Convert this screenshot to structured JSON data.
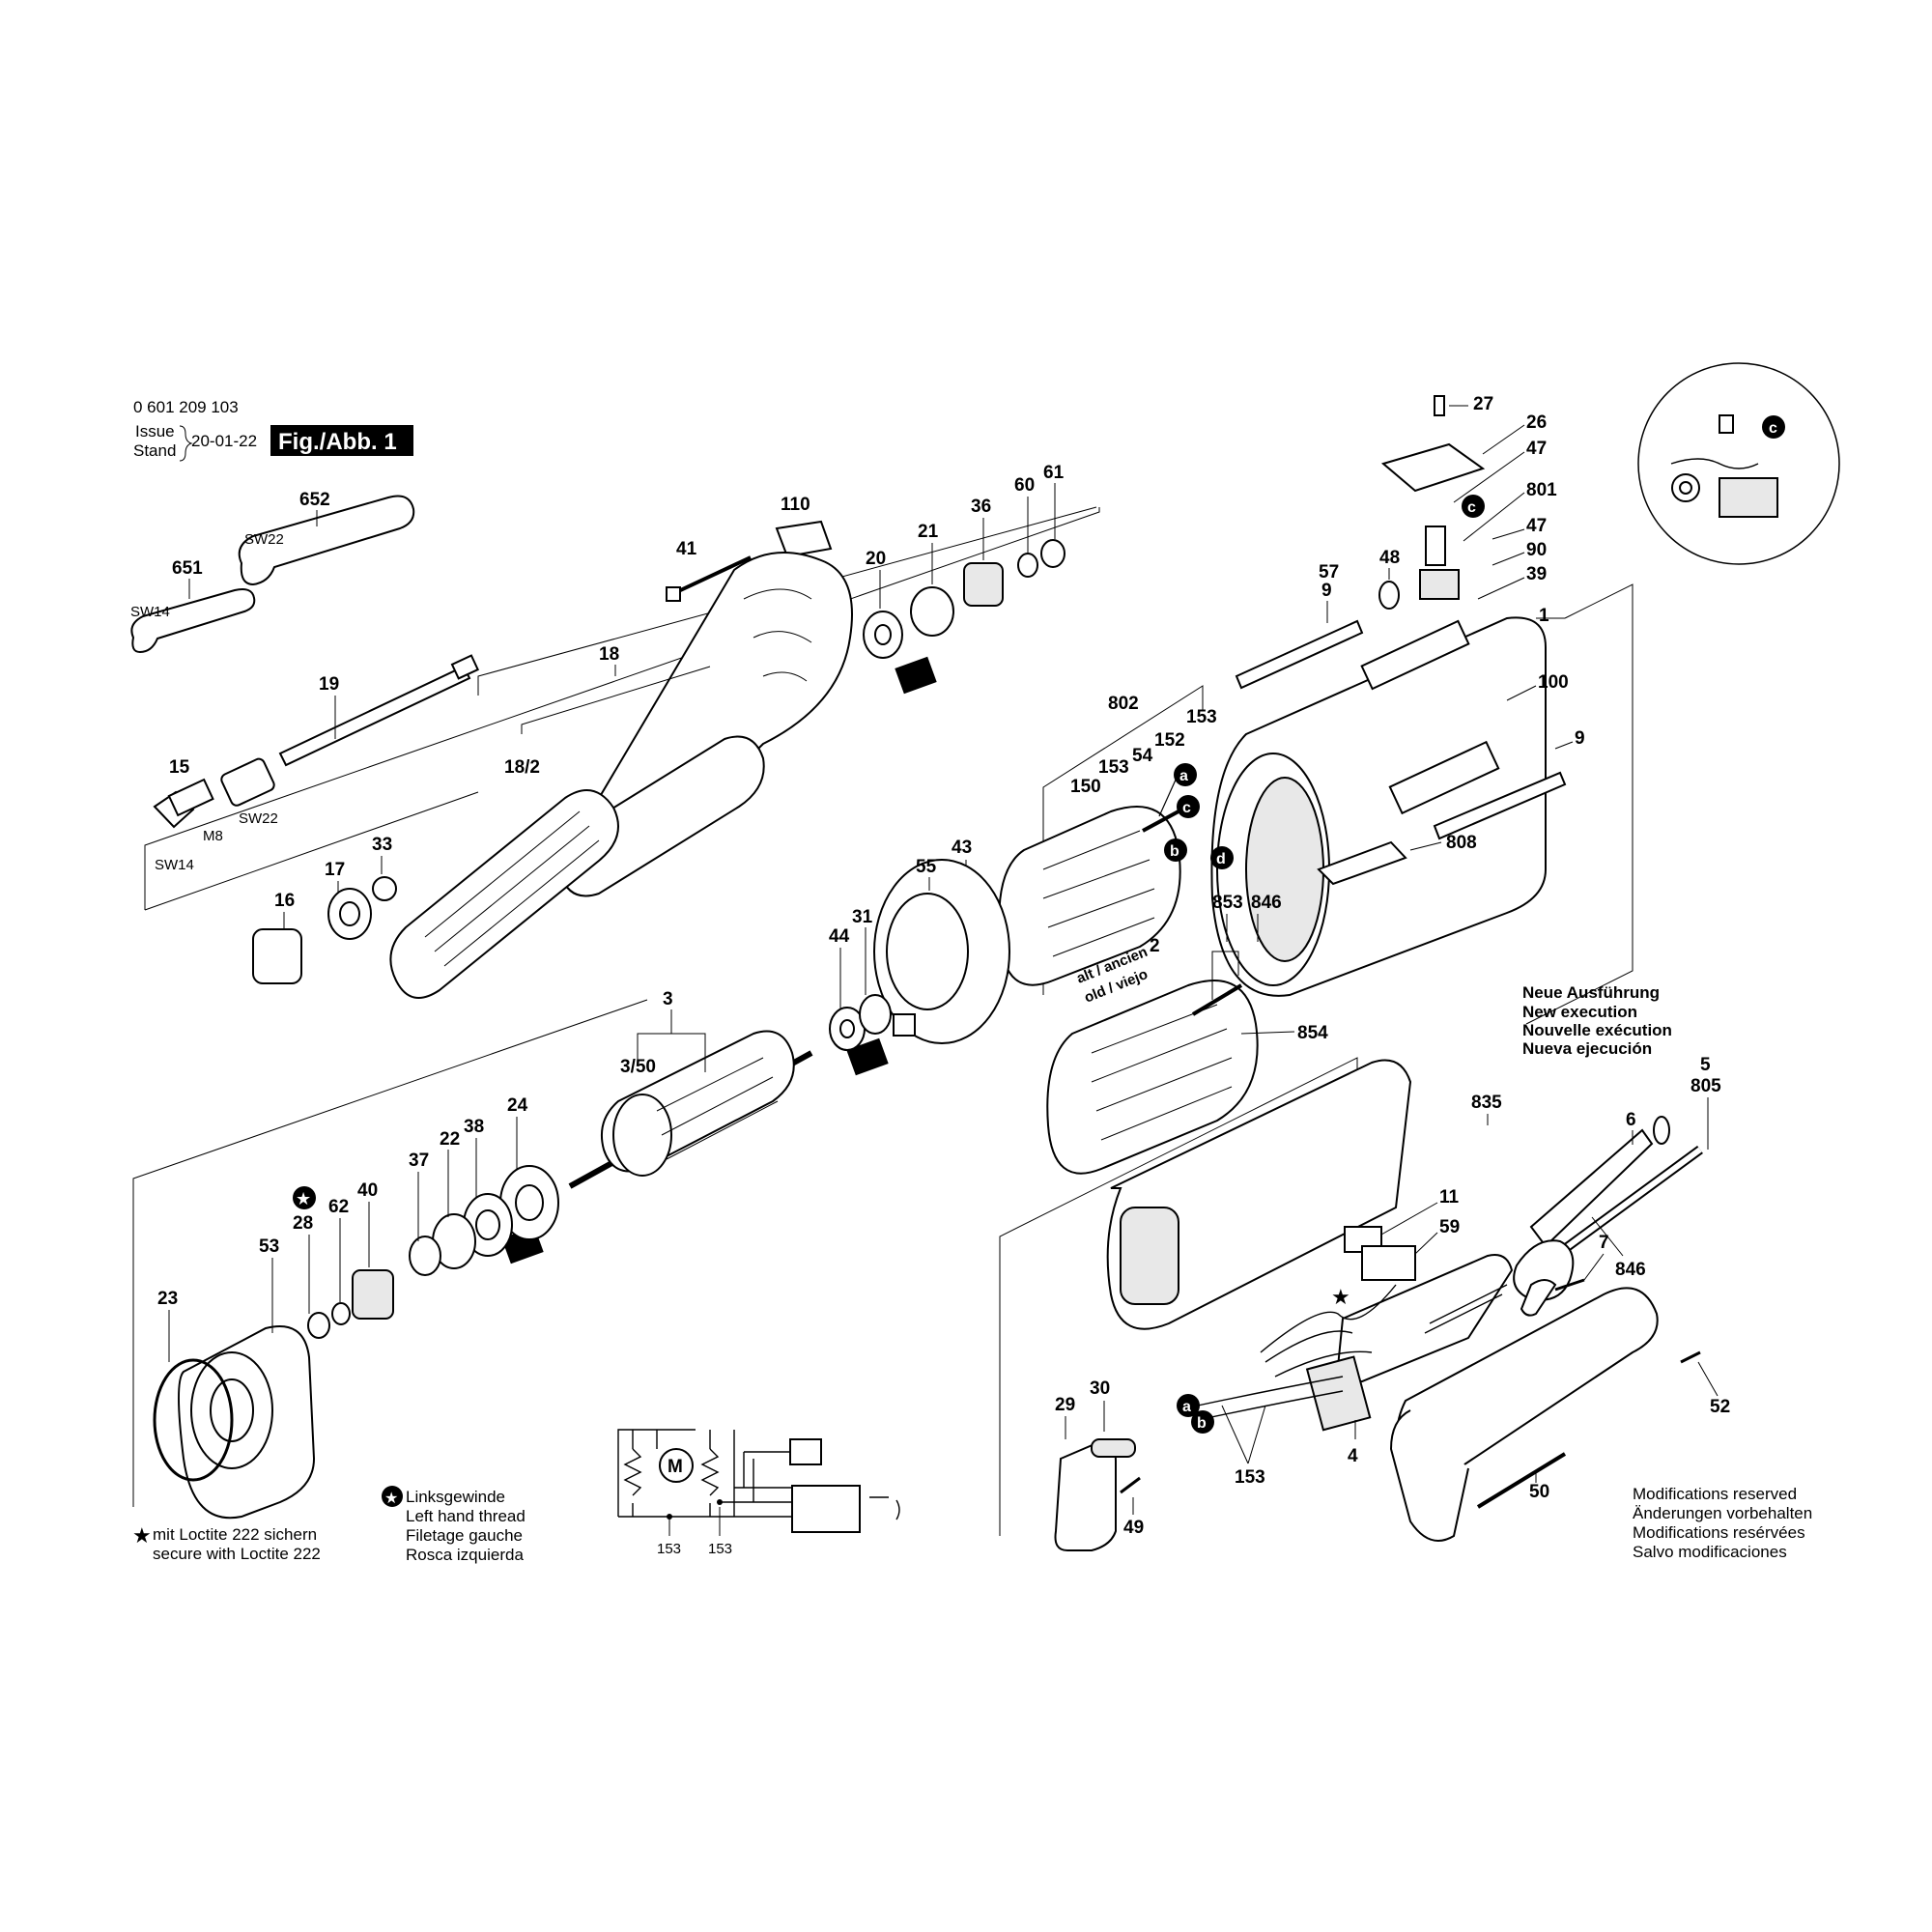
{
  "header": {
    "part_number": "0 601 209 103",
    "issue_label": "Issue",
    "stand_label": "Stand",
    "date": "20-01-22",
    "figure_label": "Fig./Abb. 1"
  },
  "labels": {
    "l27": "27",
    "l26": "26",
    "l47a": "47",
    "l801": "801",
    "l47b": "47",
    "l90": "90",
    "l39": "39",
    "l48": "48",
    "l57": "57",
    "l9a": "9",
    "l1": "1",
    "l100": "100",
    "l9b": "9",
    "l808": "808",
    "l652": "652",
    "sw22a": "SW22",
    "l651": "651",
    "sw14a": "SW14",
    "l110": "110",
    "l41": "41",
    "l20": "20",
    "l21": "21",
    "l36": "36",
    "l60": "60",
    "l61": "61",
    "l19": "19",
    "l18": "18",
    "l18_2": "18/2",
    "l15": "15",
    "m8": "M8",
    "sw22b": "SW22",
    "sw14b": "SW14",
    "l33": "33",
    "l17": "17",
    "l16": "16",
    "l802": "802",
    "l153a": "153",
    "l54": "54",
    "l152": "152",
    "l150": "150",
    "l153b": "153",
    "l43": "43",
    "l55": "55",
    "l44": "44",
    "l31": "31",
    "l853": "853",
    "l846a": "846",
    "l2": "2",
    "alt": "alt / ancien",
    "old": "old / viejo",
    "l854": "854",
    "l3": "3",
    "l3_50": "3/50",
    "l24": "24",
    "l38": "38",
    "l22": "22",
    "l37": "37",
    "l40": "40",
    "l62": "62",
    "l28": "28",
    "l53": "53",
    "l23": "23",
    "l835": "835",
    "l5": "5",
    "l805": "805",
    "l6": "6",
    "l11": "11",
    "l59": "59",
    "l7": "7",
    "l846b": "846",
    "l52": "52",
    "l29": "29",
    "l30": "30",
    "l49": "49",
    "l153c": "153",
    "l4": "4",
    "l50": "50",
    "sch153a": "153",
    "sch153b": "153",
    "motor": "M"
  },
  "markers": {
    "a": "a",
    "b": "b",
    "c": "c",
    "d": "d"
  },
  "notes": {
    "new_execution": [
      "Neue Ausführung",
      "New execution",
      "Nouvelle exécution",
      "Nueva ejecución"
    ],
    "left_thread": [
      "Linksgewinde",
      "Left hand thread",
      "Filetage gauche",
      "Rosca izquierda"
    ],
    "loctite": [
      "mit Loctite 222 sichern",
      "secure with Loctite 222"
    ],
    "modifications": [
      "Modifications reserved",
      "Änderungen vorbehalten",
      "Modifications resérvées",
      "Salvo modificaciones"
    ]
  },
  "icons": [
    "star-icon",
    "left-thread-icon",
    "grease-icon",
    "motor-symbol"
  ]
}
